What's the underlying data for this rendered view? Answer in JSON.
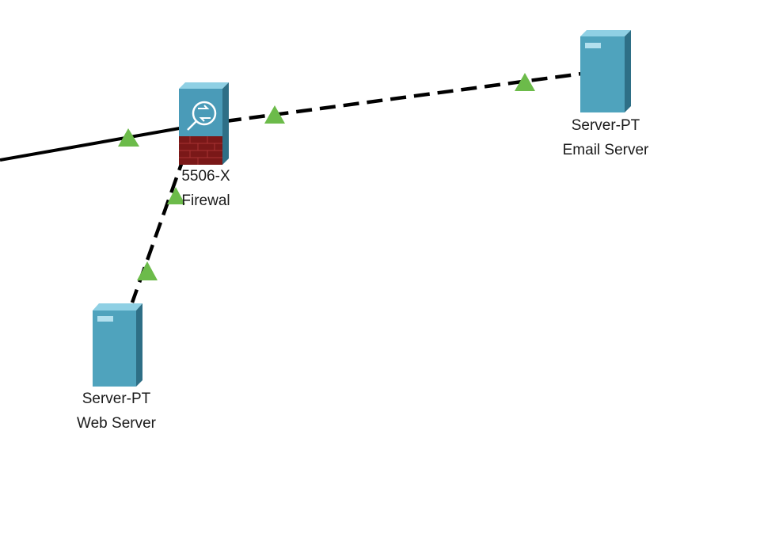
{
  "devices": {
    "firewall": {
      "model": "5506-X",
      "name": "Firewal"
    },
    "email_server": {
      "model": "Server-PT",
      "name": "Email Server"
    },
    "web_server": {
      "model": "Server-PT",
      "name": "Web Server"
    }
  },
  "links": [
    {
      "from": "offscreen-left",
      "to": "firewall",
      "style": "solid"
    },
    {
      "from": "firewall",
      "to": "email_server",
      "style": "dashed"
    },
    {
      "from": "firewall",
      "to": "web_server",
      "style": "dashed"
    }
  ],
  "colors": {
    "link": "#000000",
    "link_up_indicator": "#6cbb4a",
    "server_body": "#4fa3bd",
    "firewall_body": "#4a9bb8",
    "firewall_base": "#7a1818"
  }
}
